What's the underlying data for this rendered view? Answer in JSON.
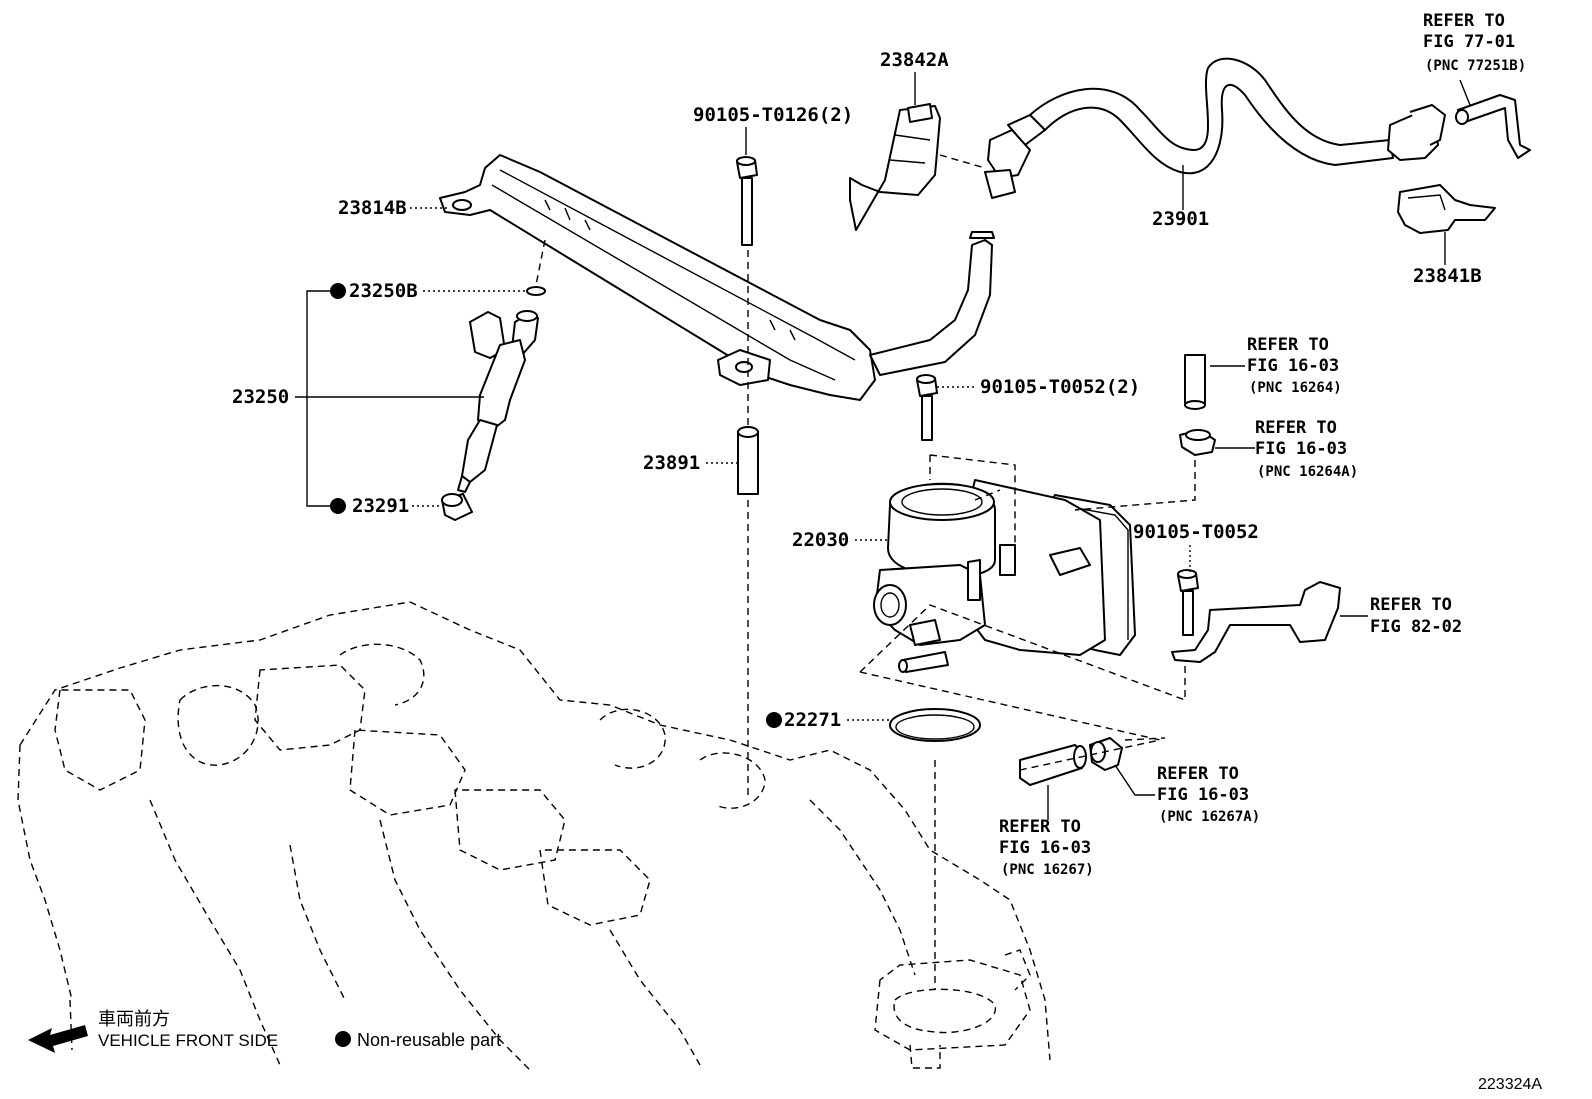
{
  "parts": {
    "p23842A": "23842A",
    "p90105_T0126": "90105-T0126(2)",
    "p23814B": "23814B",
    "p23250B": "23250B",
    "p23250": "23250",
    "p23291": "23291",
    "p23891": "23891",
    "p22030": "22030",
    "p90105_T0052_2": "90105-T0052(2)",
    "p90105_T0052": "90105-T0052",
    "p22271": "22271",
    "p23901": "23901",
    "p23841B": "23841B"
  },
  "refs": {
    "r77": {
      "line1": "REFER TO",
      "line2": "FIG 77-01",
      "line3": "(PNC 77251B)"
    },
    "r16264": {
      "line1": "REFER TO",
      "line2": "FIG 16-03",
      "line3": "(PNC 16264)"
    },
    "r16264A": {
      "line1": "REFER TO",
      "line2": "FIG 16-03",
      "line3": "(PNC 16264A)"
    },
    "r82": {
      "line1": "REFER TO",
      "line2": "FIG 82-02"
    },
    "r16267A": {
      "line1": "REFER TO",
      "line2": "FIG 16-03",
      "line3": "(PNC 16267A)"
    },
    "r16267": {
      "line1": "REFER TO",
      "line2": "FIG 16-03",
      "line3": "(PNC 16267)"
    }
  },
  "legend": {
    "direction_jp": "車両前方",
    "direction_en": "VEHICLE FRONT SIDE",
    "nonreusable": "Non-reusable part"
  },
  "figure_id": "223324A"
}
